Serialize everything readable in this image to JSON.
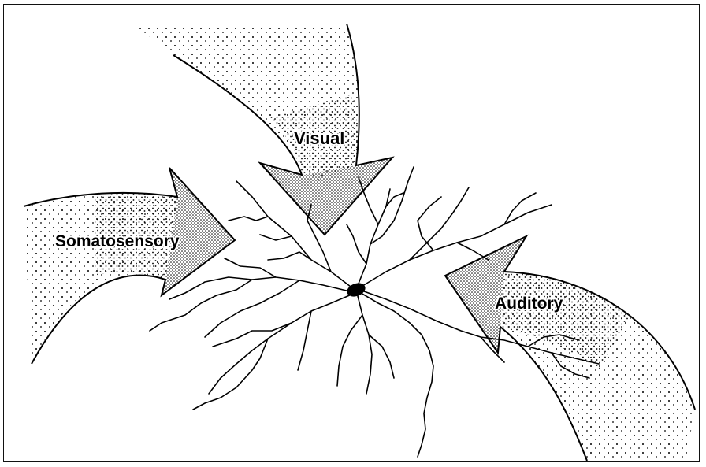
{
  "labels": {
    "visual": "Visual",
    "somatosensory": "Somatosensory",
    "auditory": "Auditory"
  },
  "colors": {
    "ink": "#000000",
    "paper": "#ffffff",
    "frame": "#111111"
  },
  "icons": {
    "neuron": "neuron-icon",
    "arrow": "stippled-arrow-icon"
  }
}
